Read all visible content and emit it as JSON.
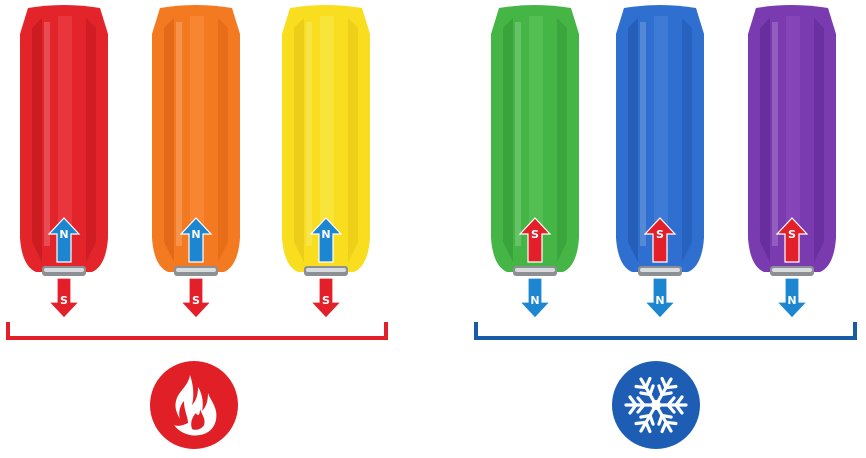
{
  "magnets": [
    {
      "color": "red",
      "fill": "#e3242b",
      "dark": "#b9151b",
      "light": "#f4565c",
      "top_pole": "N",
      "bottom_pole": "S"
    },
    {
      "color": "orange",
      "fill": "#f47a22",
      "dark": "#d65d10",
      "light": "#fb9a4e",
      "top_pole": "N",
      "bottom_pole": "S"
    },
    {
      "color": "yellow",
      "fill": "#f8de1f",
      "dark": "#e2bf10",
      "light": "#fdf06a",
      "top_pole": "N",
      "bottom_pole": "S"
    },
    {
      "color": "green",
      "fill": "#45b546",
      "dark": "#2f9434",
      "light": "#6ccf67",
      "top_pole": "S",
      "bottom_pole": "N"
    },
    {
      "color": "blue",
      "fill": "#2f6fd0",
      "dark": "#1f52a8",
      "light": "#5a92e6",
      "top_pole": "S",
      "bottom_pole": "N"
    },
    {
      "color": "purple",
      "fill": "#7a3ab0",
      "dark": "#5b2490",
      "light": "#9a5ccb",
      "top_pole": "S",
      "bottom_pole": "N"
    }
  ],
  "pole_colors": {
    "N": "#1c86d1",
    "S": "#e32029"
  },
  "groups": [
    {
      "name": "warm",
      "bracket_color": "#e32029",
      "icon": "flame-icon",
      "icon_bg": "#e01f27"
    },
    {
      "name": "cool",
      "bracket_color": "#1a5ba6",
      "icon": "snowflake-icon",
      "icon_bg": "#1d5eb4"
    }
  ]
}
